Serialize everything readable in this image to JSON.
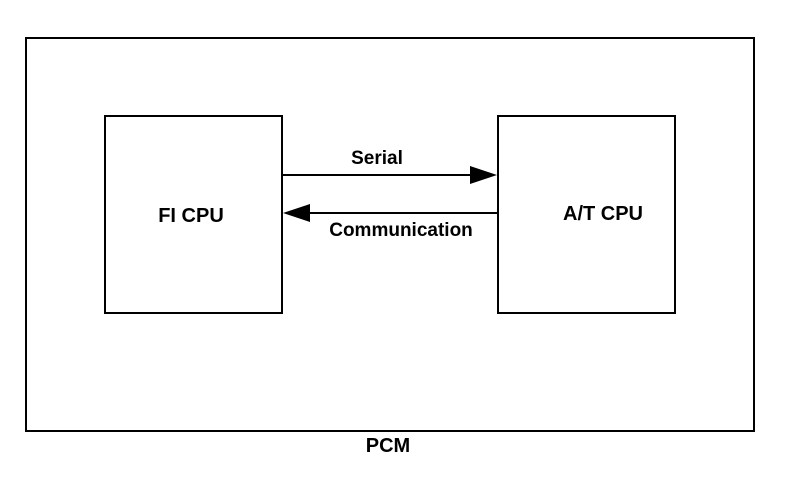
{
  "diagram": {
    "outer_label": "PCM",
    "left_block": "FI CPU",
    "right_block": "A/T CPU",
    "top_connection_label": "Serial",
    "bottom_connection_label": "Communication"
  },
  "colors": {
    "stroke": "#000000",
    "background": "#ffffff"
  }
}
